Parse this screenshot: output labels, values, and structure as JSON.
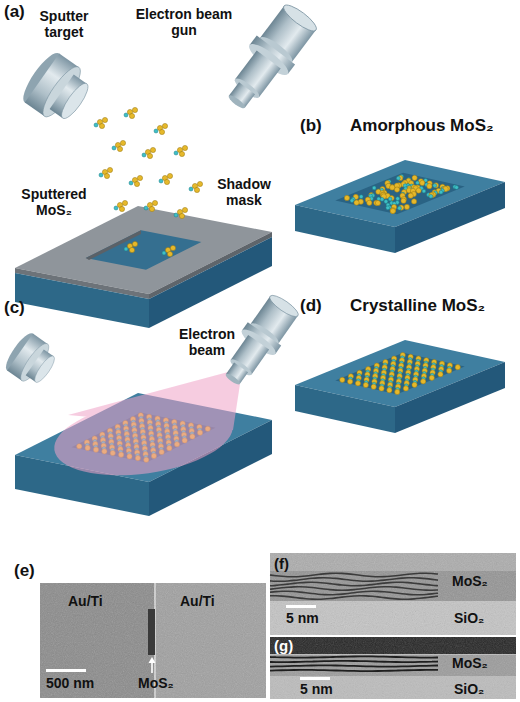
{
  "diagram": {
    "nodes": [
      {
        "text": [
          "(e)",
          "Au/Ti",
          "Au/Ti",
          "500 nm",
          "MoS₂"
        ]
      },
      {
        "text": [
          "(f)",
          "MoS₂",
          "5 nm",
          "SiO₂"
        ]
      },
      {
        "text": [
          "(g)",
          "MoS₂",
          "5 nm",
          "SiO₂"
        ]
      }
    ],
    "labels": [
      "(a)",
      "Sputter target",
      "Electron beam gun",
      "Sputtered MoS₂",
      "Shadow mask",
      "(b)",
      "Amorphous MoS₂",
      "(c)",
      "Electron beam",
      "(d)",
      "Crystalline MoS₂"
    ]
  }
}
